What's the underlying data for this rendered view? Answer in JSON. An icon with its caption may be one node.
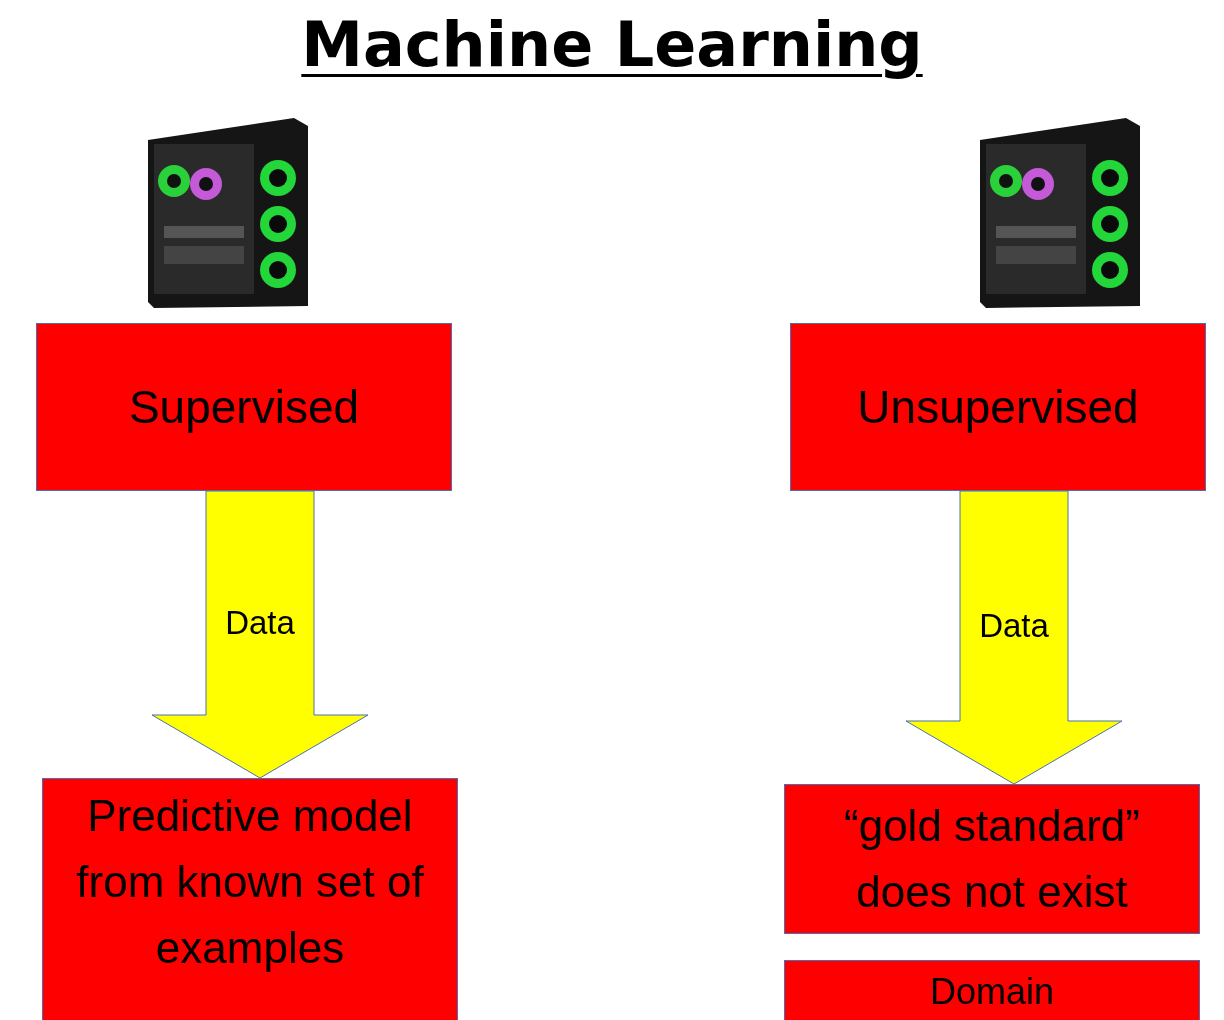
{
  "diagram": {
    "title": "Machine Learning",
    "nodes": [
      {
        "text": [
          "Supervised"
        ]
      },
      {
        "text": [
          "Unsupervised"
        ]
      },
      {
        "text": [
          "Predictive model from known set of examples"
        ]
      },
      {
        "text": [
          "“gold standard” does not exist"
        ]
      },
      {
        "text": [
          "Domain"
        ]
      }
    ],
    "edges": [
      {
        "from": 0,
        "to": 2,
        "arrow": "to",
        "label": "Data",
        "style": "thick"
      },
      {
        "from": 1,
        "to": 3,
        "arrow": "to",
        "label": "Data",
        "style": "thick"
      }
    ]
  }
}
